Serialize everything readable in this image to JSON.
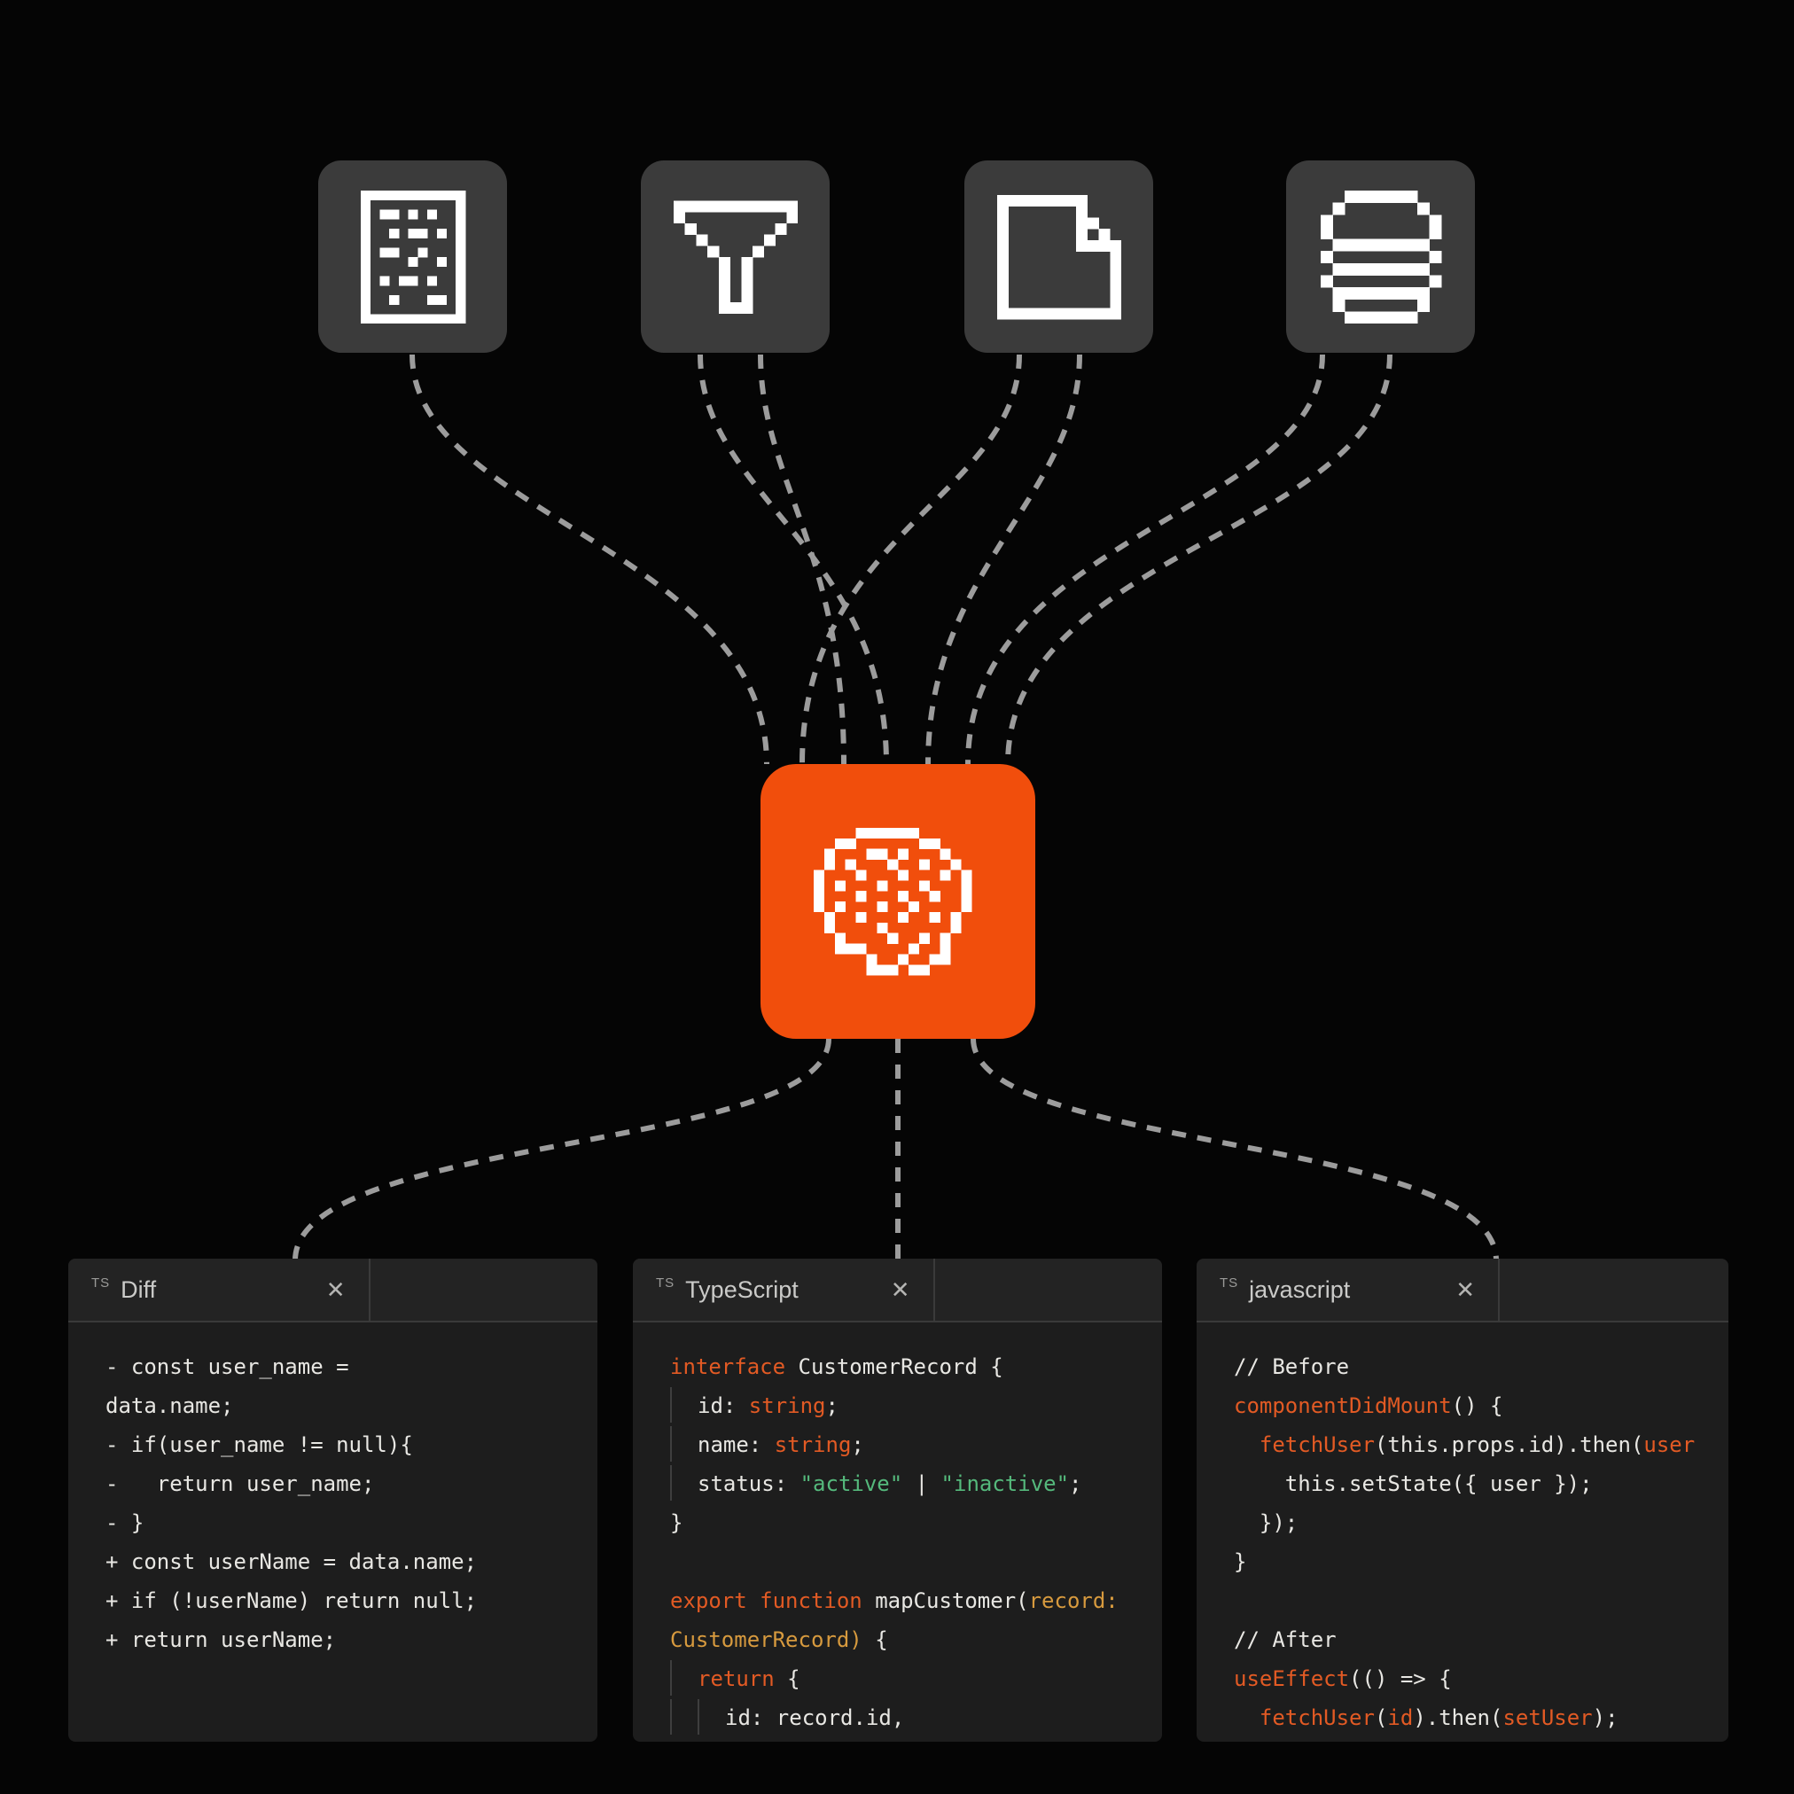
{
  "colors": {
    "background": "#050505",
    "tile_gray": "#3B3B3B",
    "accent_orange": "#F14E0C",
    "connector_gray": "#9C9C9C",
    "code_orange": "#E25A24",
    "code_green": "#55B97C",
    "code_yellow": "#D79A3E",
    "code_white": "#E8E7E3"
  },
  "sources": [
    {
      "icon": "scan-document"
    },
    {
      "icon": "funnel"
    },
    {
      "icon": "file"
    },
    {
      "icon": "database"
    }
  ],
  "processor": {
    "icon": "brain",
    "color": "#F14E0C"
  },
  "panels": [
    {
      "tag": "TS",
      "title": "Diff",
      "close_label": "✕",
      "lines": [
        {
          "seg": [
            [
              "- const user_name =",
              "w"
            ]
          ]
        },
        {
          "seg": [
            [
              "data.name;",
              "w"
            ]
          ]
        },
        {
          "seg": [
            [
              "- if(user_name != null){",
              "w"
            ]
          ]
        },
        {
          "seg": [
            [
              "-   return user_name;",
              "w"
            ]
          ]
        },
        {
          "seg": [
            [
              "- }",
              "w"
            ]
          ]
        },
        {
          "seg": [
            [
              "+ const userName = data.name;",
              "w"
            ]
          ]
        },
        {
          "seg": [
            [
              "+ if (!userName) return null;",
              "w"
            ]
          ]
        },
        {
          "seg": [
            [
              "+ return userName;",
              "w"
            ]
          ]
        }
      ]
    },
    {
      "tag": "TS",
      "title": "TypeScript",
      "close_label": "✕",
      "lines": [
        {
          "seg": [
            [
              "interface",
              "o"
            ],
            [
              " CustomerRecord {",
              "w"
            ]
          ]
        },
        {
          "g": 1,
          "seg": [
            [
              "id: ",
              "w"
            ],
            [
              "string",
              "o"
            ],
            [
              ";",
              "w"
            ]
          ]
        },
        {
          "g": 1,
          "seg": [
            [
              "name: ",
              "w"
            ],
            [
              "string",
              "o"
            ],
            [
              ";",
              "w"
            ]
          ]
        },
        {
          "g": 1,
          "seg": [
            [
              "status: ",
              "w"
            ],
            [
              "\"active\"",
              "g"
            ],
            [
              " | ",
              "w"
            ],
            [
              "\"inactive\"",
              "g"
            ],
            [
              ";",
              "w"
            ]
          ]
        },
        {
          "seg": [
            [
              "}",
              "w"
            ]
          ]
        },
        {
          "seg": []
        },
        {
          "seg": [
            [
              "export function",
              "o"
            ],
            [
              " mapCustomer(",
              "w"
            ],
            [
              "record:",
              "y"
            ]
          ]
        },
        {
          "seg": [
            [
              "CustomerRecord)",
              "y"
            ],
            [
              " {",
              "w"
            ]
          ]
        },
        {
          "g": 1,
          "seg": [
            [
              "return",
              "o"
            ],
            [
              " {",
              "w"
            ]
          ]
        },
        {
          "g": 2,
          "seg": [
            [
              "id: record.id,",
              "w"
            ]
          ]
        }
      ]
    },
    {
      "tag": "TS",
      "title": "javascript",
      "close_label": "✕",
      "lines": [
        {
          "seg": [
            [
              "// Before",
              "w"
            ]
          ]
        },
        {
          "seg": [
            [
              "componentDidMount",
              "o"
            ],
            [
              "() {",
              "w"
            ]
          ]
        },
        {
          "seg": [
            [
              "  ",
              "w"
            ],
            [
              "fetchUser",
              "o"
            ],
            [
              "(this.props.id).then(",
              "w"
            ],
            [
              "user",
              "o"
            ]
          ]
        },
        {
          "seg": [
            [
              "    this.setState({ user });",
              "w"
            ]
          ]
        },
        {
          "seg": [
            [
              "  });",
              "w"
            ]
          ]
        },
        {
          "seg": [
            [
              "}",
              "w"
            ]
          ]
        },
        {
          "seg": []
        },
        {
          "seg": [
            [
              "// After",
              "w"
            ]
          ]
        },
        {
          "seg": [
            [
              "useEffect",
              "o"
            ],
            [
              "(() => {",
              "w"
            ]
          ]
        },
        {
          "seg": [
            [
              "  ",
              "w"
            ],
            [
              "fetchUser",
              "o"
            ],
            [
              "(",
              "w"
            ],
            [
              "id",
              "o"
            ],
            [
              ").then(",
              "w"
            ],
            [
              "setUser",
              "o"
            ],
            [
              ");",
              "w"
            ]
          ]
        }
      ]
    }
  ]
}
